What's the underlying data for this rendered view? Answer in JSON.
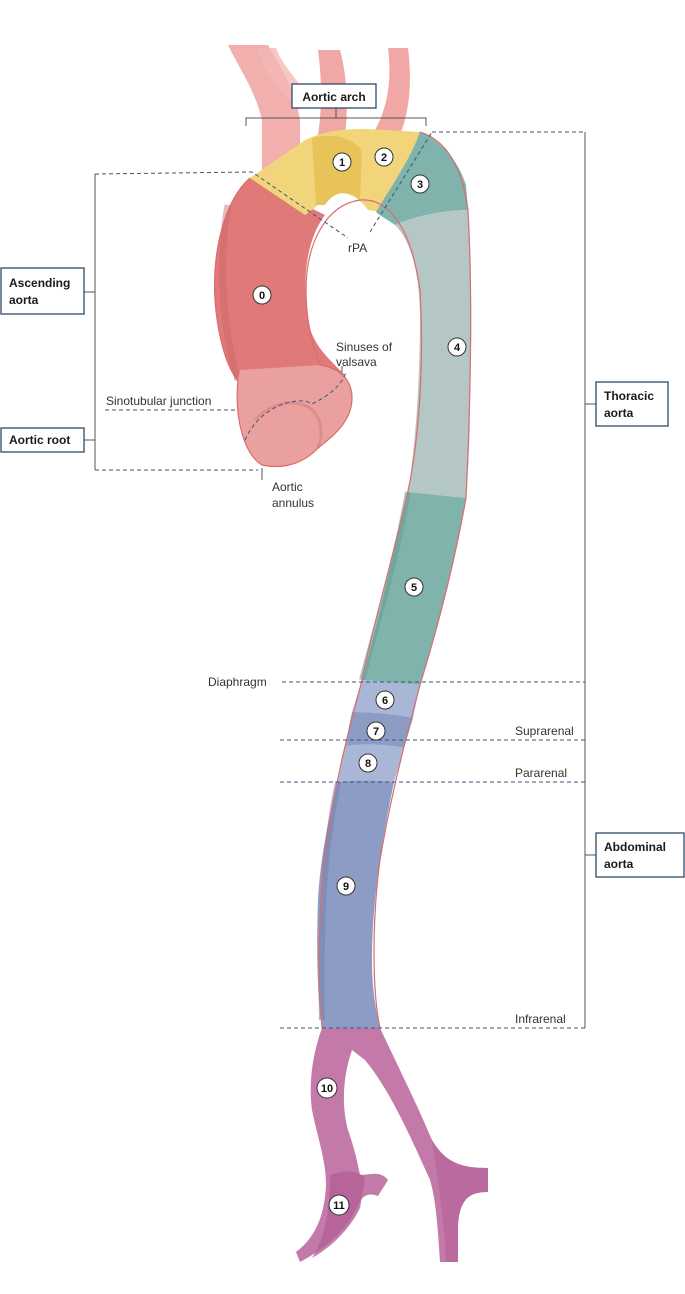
{
  "colors": {
    "ascending": "#e07a78",
    "root": "#eba0a0",
    "arch": "#f2d57a",
    "arch_dark": "#e8c35a",
    "branches": "#f0a7a5",
    "thoracic_light": "#b5c7c4",
    "thoracic_dark": "#7fb3ab",
    "abdominal": "#8d9cc4",
    "abdominal_light": "#aab6d6",
    "iliac": "#c47aa8",
    "iliac_dark": "#b45f97",
    "outline": "#d96d6d",
    "line": "#3b5578"
  },
  "regions": {
    "aortic_arch": "Aortic arch",
    "ascending_aorta_line1": "Ascending",
    "ascending_aorta_line2": "aorta",
    "aortic_root": "Aortic root",
    "thoracic_aorta_line1": "Thoracic",
    "thoracic_aorta_line2": "aorta",
    "abdominal_aorta_line1": "Abdominal",
    "abdominal_aorta_line2": "aorta"
  },
  "landmarks": {
    "rpa": "rPA",
    "sinuses_line1": "Sinuses of",
    "sinuses_line2": "valsava",
    "sinotubular": "Sinotubular junction",
    "annulus_line1": "Aortic",
    "annulus_line2": "annulus",
    "diaphragm": "Diaphragm",
    "suprarenal": "Suprarenal",
    "pararenal": "Pararenal",
    "infrarenal": "Infrarenal"
  },
  "segments": [
    "0",
    "1",
    "2",
    "3",
    "4",
    "5",
    "6",
    "7",
    "8",
    "9",
    "10",
    "11"
  ]
}
